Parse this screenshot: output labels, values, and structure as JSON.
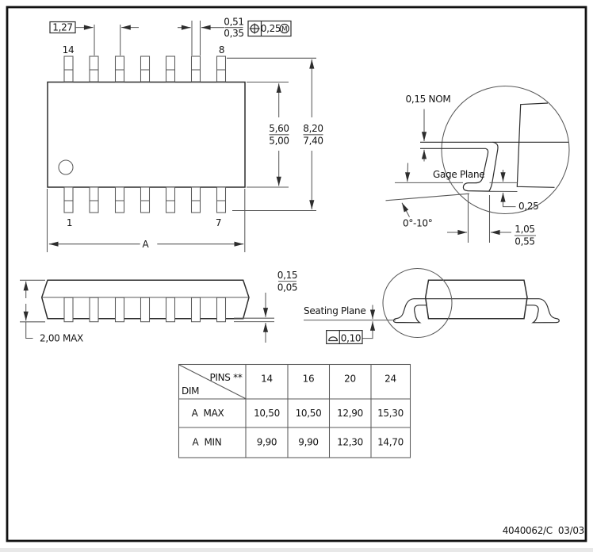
{
  "drawing": {
    "footer": "4040062/C  03/03",
    "colors": {
      "object_line": "#2d2d2d",
      "dim_line": "#585858",
      "text": "#141414",
      "background": "#ffffff"
    },
    "top_view": {
      "pin_top_left": "14",
      "pin_top_right": "8",
      "pin_bottom_left": "1",
      "pin_bottom_right": "7",
      "pitch": "1,27",
      "lead_width": {
        "max": "0,51",
        "min": "0,35"
      },
      "true_position": {
        "tolerance": "0,25",
        "modifier": "M"
      },
      "body_width": {
        "max": "5,60",
        "min": "5,00"
      },
      "overall_width": {
        "max": "8,20",
        "min": "7,40"
      },
      "length_label": "A"
    },
    "side_view": {
      "max_height": "2,00 MAX",
      "standoff": {
        "max": "0,15",
        "min": "0,05"
      }
    },
    "end_view": {
      "seating_plane_label": "Seating Plane",
      "flatness_tolerance": "0,10"
    },
    "detail_view": {
      "lead_thickness": "0,15 NOM",
      "gage_plane_label": "Gage Plane",
      "tip_dim": "0,25",
      "lead_angle": "0°-10°",
      "foot_length": {
        "max": "1,05",
        "min": "0,55"
      }
    },
    "pin_table": {
      "corner_top": "PINS **",
      "corner_bottom": "DIM",
      "columns": [
        "14",
        "16",
        "20",
        "24"
      ],
      "rows": [
        {
          "label": "A  MAX",
          "values": [
            "10,50",
            "10,50",
            "12,90",
            "15,30"
          ]
        },
        {
          "label": "A  MIN",
          "values": [
            "9,90",
            "9,90",
            "12,30",
            "14,70"
          ]
        }
      ]
    }
  }
}
